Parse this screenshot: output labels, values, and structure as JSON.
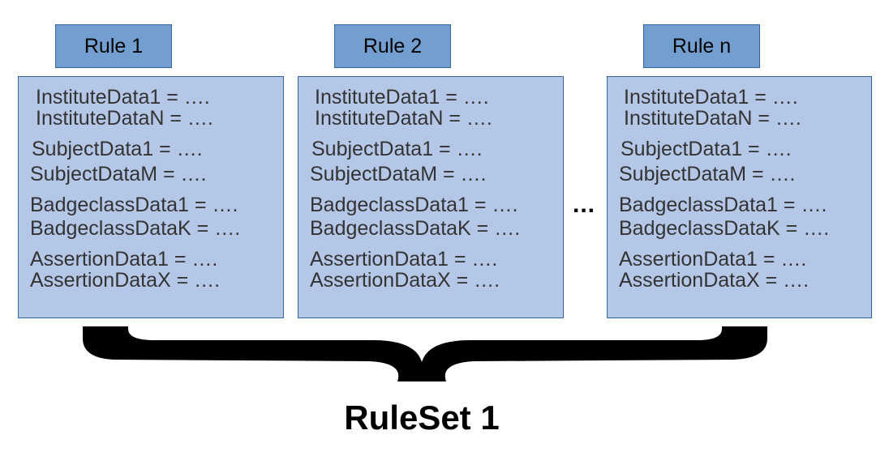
{
  "rules": [
    {
      "title": "Rule 1",
      "lines": [
        "InstituteData1 = ….",
        "InstituteDataN = ….",
        "SubjectData1 = ….",
        "SubjectDataM = ….",
        "BadgeclassData1 = ….",
        "BadgeclassDataK = ….",
        "AssertionData1 = ….",
        "AssertionDataX = …."
      ]
    },
    {
      "title": "Rule 2",
      "lines": [
        "InstituteData1 = ….",
        "InstituteDataN = ….",
        "SubjectData1 = ….",
        "SubjectDataM = ….",
        "BadgeclassData1 = ….",
        "BadgeclassDataK = ….",
        "AssertionData1 = ….",
        "AssertionDataX = …."
      ]
    },
    {
      "title": "Rule n",
      "lines": [
        "InstituteData1 = ….",
        "InstituteDataN = ….",
        "SubjectData1 = ….",
        "SubjectDataM = ….",
        "BadgeclassData1 = ….",
        "BadgeclassDataK = ….",
        "AssertionData1 = ….",
        "AssertionDataX = …."
      ]
    }
  ],
  "ellipsis": "...",
  "ruleset_title": "RuleSet 1",
  "colors": {
    "header_fill": "#729fcf",
    "box_fill": "#b4c7e7",
    "border": "#3465a4",
    "body_text": "#333333",
    "brace": "#000000"
  }
}
